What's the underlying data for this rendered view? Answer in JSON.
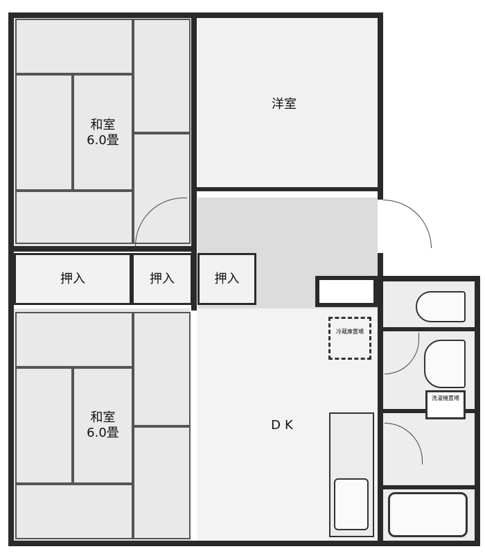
{
  "rooms": {
    "washitsu_top": {
      "name": "和室",
      "size": "6.0畳"
    },
    "youshitsu": {
      "name": "洋室"
    },
    "oshiire_1": {
      "name": "押入"
    },
    "oshiire_2": {
      "name": "押入"
    },
    "oshiire_3": {
      "name": "押入"
    },
    "washitsu_bottom": {
      "name": "和室",
      "size": "6.0畳"
    },
    "dk": {
      "name": "DK"
    }
  },
  "places": {
    "fridge": "冷蔵庫置場",
    "washer": "洗濯機置場"
  }
}
